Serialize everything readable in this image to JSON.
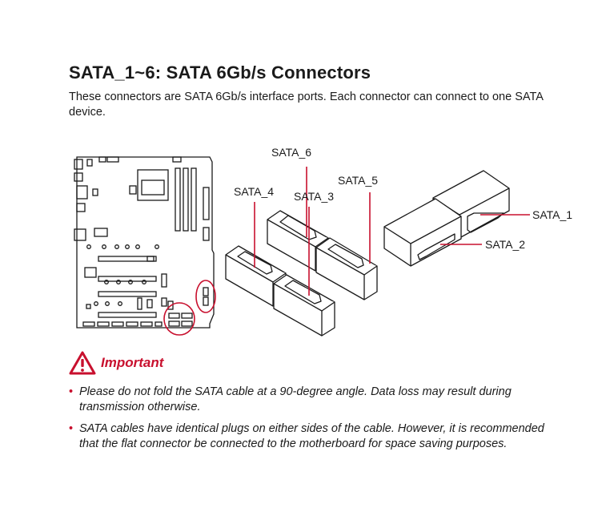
{
  "heading": {
    "title": "SATA_1~6: SATA 6Gb/s Connectors",
    "intro": "These connectors are SATA 6Gb/s interface ports. Each connector can connect to one SATA device."
  },
  "diagram": {
    "labels": {
      "sata1": "SATA_1",
      "sata2": "SATA_2",
      "sata3": "SATA_3",
      "sata4": "SATA_4",
      "sata5": "SATA_5",
      "sata6": "SATA_6"
    },
    "colors": {
      "callout": "#c8102e",
      "line": "#1a1a1a"
    }
  },
  "important": {
    "title": "Important",
    "notes": [
      "Please do not fold the SATA cable at a 90-degree angle. Data loss may result during transmission otherwise.",
      "SATA cables have identical plugs on either sides of the cable. However, it is recommended that the flat connector be connected to the motherboard for space saving purposes."
    ]
  }
}
